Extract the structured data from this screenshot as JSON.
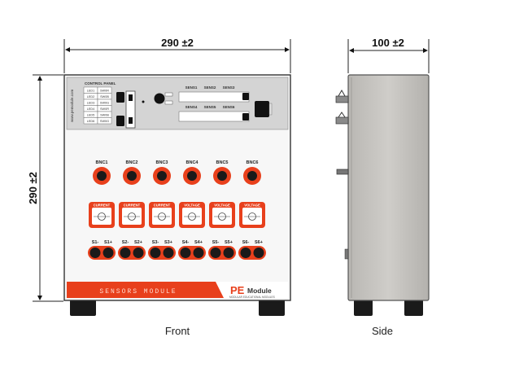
{
  "dimensions": {
    "front_width": "290 ±2",
    "front_height": "290 ±2",
    "side_width": "100 ±2"
  },
  "captions": {
    "front": "Front",
    "side": "Side"
  },
  "panel": {
    "header_title": "CONTROL PANEL",
    "side_text": "www.pemodule.com",
    "table_rows": [
      [
        "LED1",
        "SW0R"
      ],
      [
        "LED2",
        "SW0B"
      ],
      [
        "LED3",
        "SW0G"
      ],
      [
        "LED4",
        "SW0R"
      ],
      [
        "LED5",
        "SW0B"
      ],
      [
        "LED6",
        "SW0G"
      ]
    ],
    "sensor_row1": [
      "SENS1",
      "SENS2",
      "SENS3"
    ],
    "sensor_row2": [
      "SENS4",
      "SENS5",
      "SENS6"
    ]
  },
  "bnc_labels": [
    "BNC1",
    "BNC2",
    "BNC3",
    "BNC4",
    "BNC5",
    "BNC6"
  ],
  "sensor_box_labels": [
    "CURRENT",
    "CURRENT",
    "CURRENT",
    "VOLTAGE",
    "VOLTAGE",
    "VOLTAGE"
  ],
  "terminal_labels": [
    "S1-",
    "S1+",
    "S2-",
    "S2+",
    "S3-",
    "S3+",
    "S4-",
    "S4+",
    "S5-",
    "S5+",
    "S6-",
    "S6+"
  ],
  "footer": {
    "module_name": "SENSORS MODULE",
    "brand_pe": "PE",
    "brand_module": "Module",
    "brand_tagline": "MODULAR EDUCATIONAL MODULES"
  },
  "colors": {
    "accent_red": "#e8401c",
    "panel_gray": "#d4d4d4",
    "body_white": "#f7f7f7",
    "side_gray": "#c8c6c2",
    "foot_black": "#1a1a1a"
  }
}
